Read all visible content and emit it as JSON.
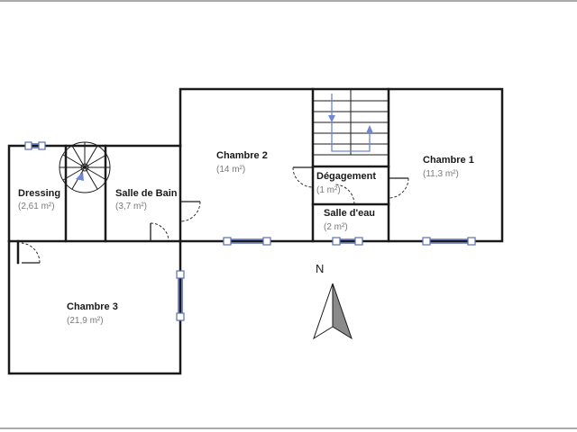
{
  "rooms": [
    {
      "name": "Chambre 2",
      "area": "(14 m²)"
    },
    {
      "name": "Chambre 1",
      "area": "(11,3 m²)"
    },
    {
      "name": "Dégagement",
      "area": "(1 m²)"
    },
    {
      "name": "Salle d'eau",
      "area": "(2 m²)"
    },
    {
      "name": "Dressing",
      "area": "(2,61 m²)"
    },
    {
      "name": "Salle de Bain",
      "area": "(3,7 m²)"
    },
    {
      "name": "Chambre 3",
      "area": "(21,9 m²)"
    }
  ],
  "compass": {
    "label": "N"
  }
}
